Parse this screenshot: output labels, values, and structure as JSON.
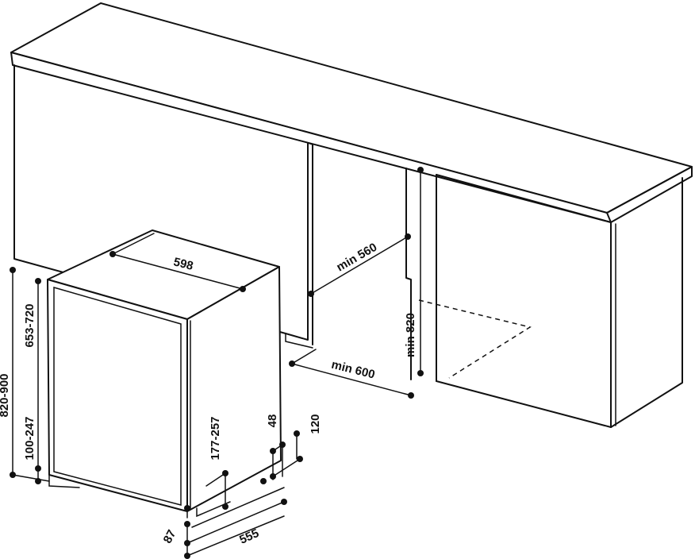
{
  "dimensions": {
    "width_598": "598",
    "min_560": "min 560",
    "min_600": "min 600",
    "min_820": "min 820",
    "height_820_900": "820-900",
    "door_653_720": "653-720",
    "plinth_100_247": "100-247",
    "plinth_177_257": "177-257",
    "d_48": "48",
    "d_120": "120",
    "d_87": "87",
    "depth_555": "555"
  }
}
